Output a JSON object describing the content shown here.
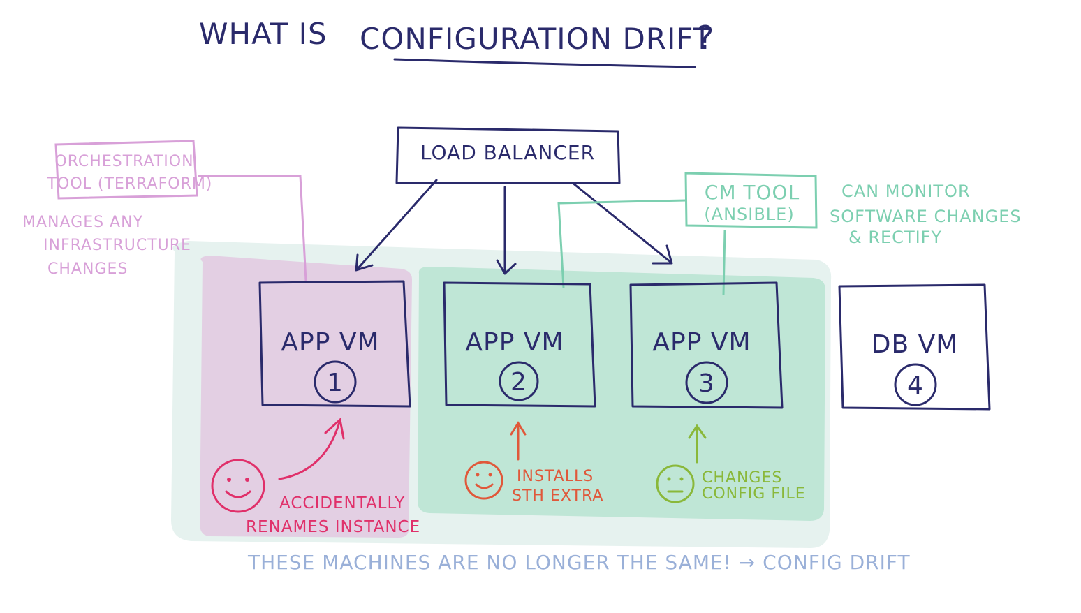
{
  "title": {
    "prefix": "WHAT IS",
    "highlight": "CONFIGURATION DRIFT",
    "suffix": "?"
  },
  "load_balancer": {
    "label": "LOAD BALANCER"
  },
  "orchestration_tool": {
    "line1": "ORCHESTRATION",
    "line2": "TOOL (TERRAFORM)",
    "note_line1": "MANAGES ANY",
    "note_line2": "INFRASTRUCTURE",
    "note_line3": "CHANGES"
  },
  "cm_tool": {
    "line1": "CM TOOL",
    "line2": "(ANSIBLE)",
    "note_line1": "CAN MONITOR",
    "note_line2": "SOFTWARE CHANGES",
    "note_line3": "& RECTIFY"
  },
  "vms": [
    {
      "label": "APP VM",
      "number": "1"
    },
    {
      "label": "APP VM",
      "number": "2"
    },
    {
      "label": "APP VM",
      "number": "3"
    },
    {
      "label": "DB VM",
      "number": "4"
    }
  ],
  "actions": [
    {
      "line1": "ACCIDENTALLY",
      "line2": "RENAMES INSTANCE",
      "face": "happy",
      "color": "#e0306a"
    },
    {
      "line1": "INSTALLS",
      "line2": "STH EXTRA",
      "face": "happy",
      "color": "#e0583a"
    },
    {
      "line1": "CHANGES",
      "line2": "CONFIG FILE",
      "face": "neutral",
      "color": "#8ab83a"
    }
  ],
  "conclusion": "THESE MACHINES ARE NO LONGER THE SAME! → CONFIG DRIFT",
  "colors": {
    "ink": "#2a2a6b",
    "orchestration": "#d8a0d8",
    "cm": "#7ccfb0",
    "drift_region": "#e6f2ef",
    "vm1_region": "#e3cfe3",
    "vm23_region": "#bfe6d6"
  }
}
